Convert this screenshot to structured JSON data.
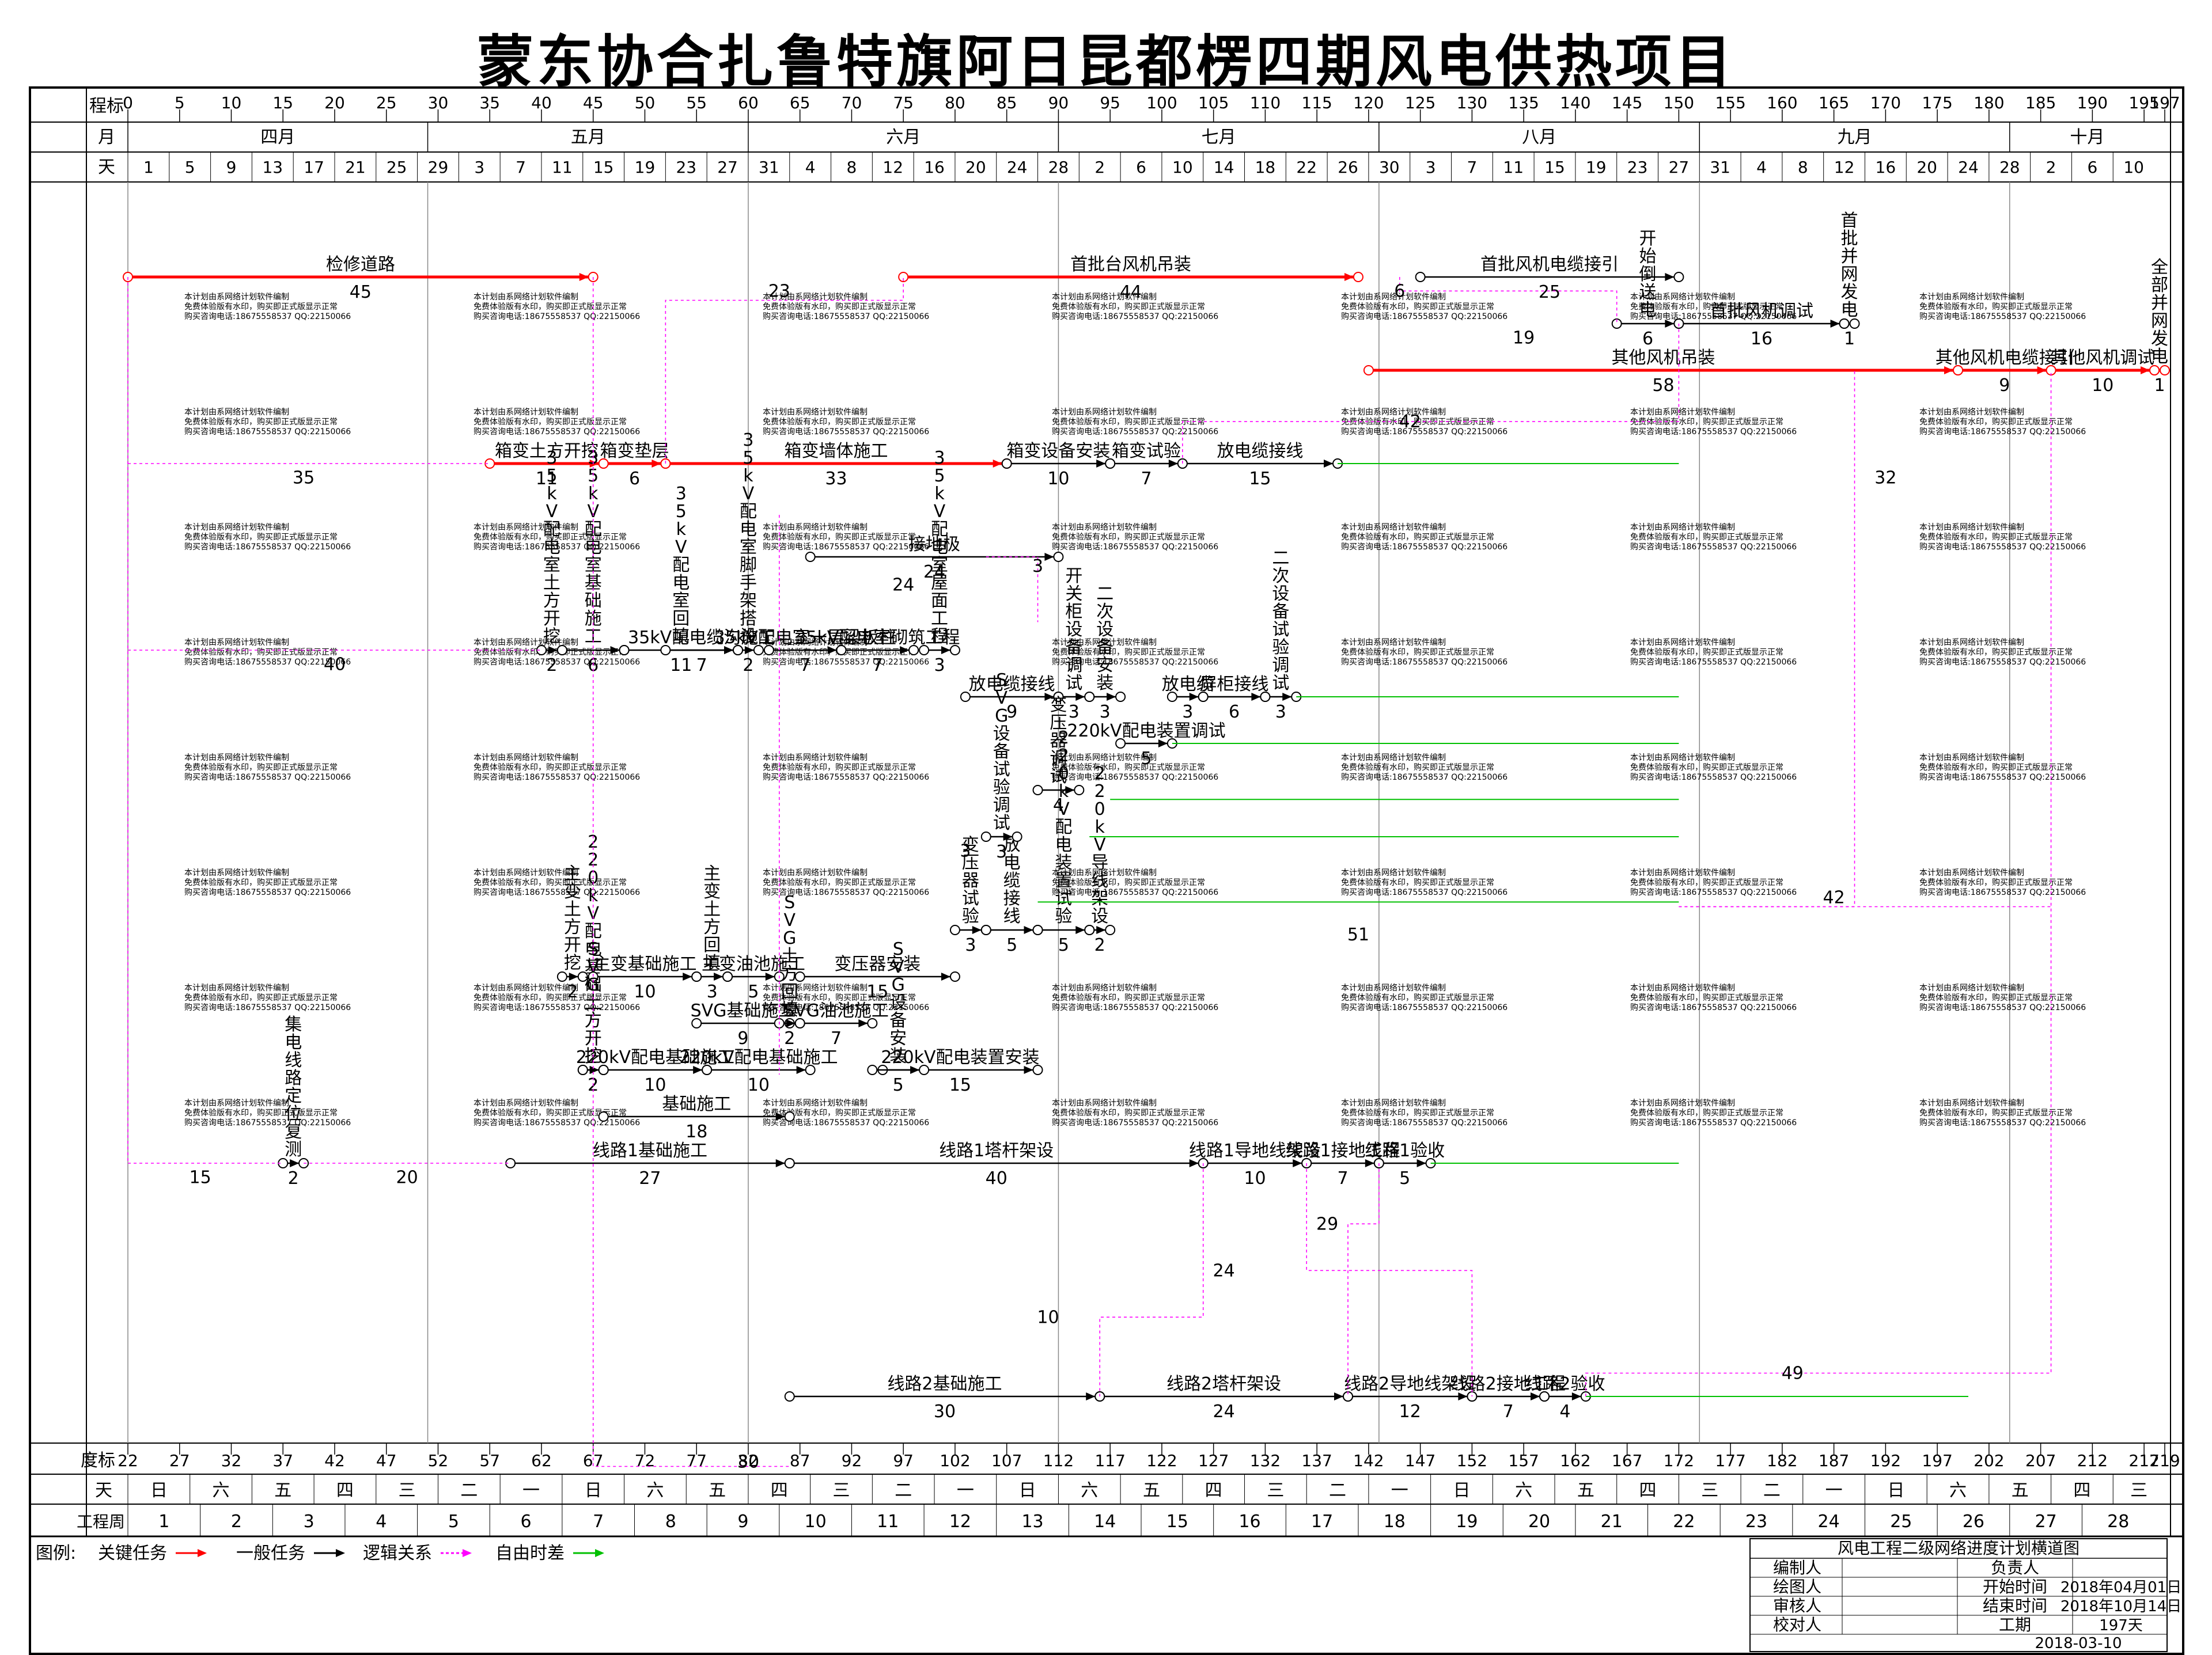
{
  "title": "蒙东协合扎鲁特旗阿日昆都楞四期风电供热项目",
  "scale": {
    "top_label": "程标",
    "top_ticks": [
      0,
      5,
      10,
      15,
      20,
      25,
      30,
      35,
      40,
      45,
      50,
      55,
      60,
      65,
      70,
      75,
      80,
      85,
      90,
      95,
      100,
      105,
      110,
      115,
      120,
      125,
      130,
      135,
      140,
      145,
      150,
      155,
      160,
      165,
      170,
      175,
      180,
      185,
      190,
      195,
      197
    ],
    "month_label": "月",
    "months": [
      {
        "name": "四月",
        "start": 0,
        "end": 29
      },
      {
        "name": "五月",
        "start": 29,
        "end": 60
      },
      {
        "name": "六月",
        "start": 60,
        "end": 90
      },
      {
        "name": "七月",
        "start": 90,
        "end": 121
      },
      {
        "name": "八月",
        "start": 121,
        "end": 152
      },
      {
        "name": "九月",
        "start": 152,
        "end": 182
      },
      {
        "name": "十月",
        "start": 182,
        "end": 197
      }
    ],
    "day_label": "天",
    "days": [
      "1",
      "5",
      "9",
      "13",
      "17",
      "21",
      "25",
      "29",
      "3",
      "7",
      "11",
      "15",
      "19",
      "23",
      "27",
      "31",
      "4",
      "8",
      "12",
      "16",
      "20",
      "24",
      "28",
      "2",
      "6",
      "10",
      "14",
      "18",
      "22",
      "26",
      "30",
      "3",
      "7",
      "11",
      "15",
      "19",
      "23",
      "27",
      "31",
      "4",
      "8",
      "12",
      "16",
      "20",
      "24",
      "28",
      "2",
      "6",
      "10"
    ],
    "bottom_label": "度标",
    "bottom_ticks": [
      "22",
      "27",
      "32",
      "37",
      "42",
      "47",
      "52",
      "57",
      "62",
      "67",
      "72",
      "77",
      "82",
      "87",
      "92",
      "97",
      "102",
      "107",
      "112",
      "117",
      "122",
      "127",
      "132",
      "137",
      "142",
      "147",
      "152",
      "157",
      "162",
      "167",
      "172",
      "177",
      "182",
      "187",
      "192",
      "197",
      "202",
      "207",
      "212",
      "217",
      "219"
    ],
    "weekday_label": "天",
    "weekdays": [
      "日",
      "六",
      "五",
      "四",
      "三",
      "二",
      "一",
      "日",
      "六",
      "五",
      "四",
      "三",
      "二",
      "一",
      "日",
      "六",
      "五",
      "四",
      "三",
      "二",
      "一",
      "日",
      "六",
      "五",
      "四",
      "三",
      "二",
      "一",
      "日",
      "六",
      "五",
      "四",
      "三"
    ],
    "week_label": "工程周",
    "weeks": [
      "1",
      "2",
      "3",
      "4",
      "5",
      "6",
      "7",
      "8",
      "9",
      "10",
      "11",
      "12",
      "13",
      "14",
      "15",
      "16",
      "17",
      "18",
      "19",
      "20",
      "21",
      "22",
      "23",
      "24",
      "25",
      "26",
      "27",
      "28"
    ]
  },
  "tasks": [
    {
      "name": "检修道路",
      "dur": "45",
      "s": 0,
      "e": 45,
      "row": 1,
      "type": "critical"
    },
    {
      "name": "首批台风机吊装",
      "dur": "44",
      "s": 75,
      "e": 119,
      "row": 1,
      "type": "critical"
    },
    {
      "name": "首批风机电缆接引",
      "dur": "25",
      "s": 125,
      "e": 150,
      "row": 1,
      "type": "normal"
    },
    {
      "name": "开始倒送电",
      "dur": "6",
      "s": 144,
      "e": 150,
      "row": 2,
      "type": "normal",
      "vertical": true
    },
    {
      "name": "首批风机调试",
      "dur": "16",
      "s": 150,
      "e": 166,
      "row": 2,
      "type": "normal"
    },
    {
      "name": "首批并网发电",
      "dur": "1",
      "s": 166,
      "e": 167,
      "row": 2,
      "type": "normal",
      "vertical": true
    },
    {
      "name": "其他风机吊装",
      "dur": "58",
      "s": 120,
      "e": 177,
      "row": 3,
      "type": "critical"
    },
    {
      "name": "其他风机电缆接引",
      "dur": "9",
      "s": 177,
      "e": 186,
      "row": 3,
      "type": "critical"
    },
    {
      "name": "其他风机调试",
      "dur": "10",
      "s": 186,
      "e": 196,
      "row": 3,
      "type": "critical"
    },
    {
      "name": "全部并网发电",
      "dur": "1",
      "s": 196,
      "e": 197,
      "row": 3,
      "type": "critical",
      "vertical": true
    },
    {
      "name": "箱变土方开挖",
      "dur": "11",
      "s": 35,
      "e": 46,
      "row": 5,
      "type": "critical"
    },
    {
      "name": "箱变垫层",
      "dur": "6",
      "s": 46,
      "e": 52,
      "row": 5,
      "type": "critical"
    },
    {
      "name": "箱变墙体施工",
      "dur": "33",
      "s": 52,
      "e": 85,
      "row": 5,
      "type": "critical"
    },
    {
      "name": "箱变设备安装",
      "dur": "10",
      "s": 85,
      "e": 95,
      "row": 5,
      "type": "normal"
    },
    {
      "name": "箱变试验",
      "dur": "7",
      "s": 95,
      "e": 102,
      "row": 5,
      "type": "normal"
    },
    {
      "name": "放电缆接线",
      "dur": "15",
      "s": 102,
      "e": 117,
      "row": 5,
      "type": "normal"
    },
    {
      "name": "检修道路",
      "dur": "45",
      "s": 0,
      "e": 45,
      "row": 0,
      "type": "hidden"
    },
    {
      "name": "线路1基础施工",
      "dur": "27",
      "s": 37,
      "e": 64,
      "row": 20,
      "type": "normal"
    },
    {
      "name": "线路1塔杆架设",
      "dur": "40",
      "s": 64,
      "e": 104,
      "row": 20,
      "type": "normal"
    },
    {
      "name": "线路1导地线架设",
      "dur": "10",
      "s": 104,
      "e": 114,
      "row": 20,
      "type": "normal"
    },
    {
      "name": "线路1接地工程",
      "dur": "7",
      "s": 114,
      "e": 121,
      "row": 20,
      "type": "normal"
    },
    {
      "name": "线路1验收",
      "dur": "5",
      "s": 121,
      "e": 126,
      "row": 20,
      "type": "normal"
    },
    {
      "name": "线路2基础施工",
      "dur": "30",
      "s": 64,
      "e": 94,
      "row": 25,
      "type": "normal"
    },
    {
      "name": "线路2塔杆架设",
      "dur": "24",
      "s": 94,
      "e": 118,
      "row": 25,
      "type": "normal"
    },
    {
      "name": "线路2导地线架设",
      "dur": "12",
      "s": 118,
      "e": 130,
      "row": 25,
      "type": "normal"
    },
    {
      "name": "线路2接地工程",
      "dur": "7",
      "s": 130,
      "e": 137,
      "row": 25,
      "type": "normal"
    },
    {
      "name": "线路2验收",
      "dur": "4",
      "s": 137,
      "e": 141,
      "row": 25,
      "type": "normal"
    },
    {
      "name": "集电线路定位复测",
      "dur": "2",
      "s": 15,
      "e": 17,
      "row": 20,
      "type": "normal",
      "vertical": true
    },
    {
      "name": "35kV配电室土方开挖",
      "dur": "2",
      "s": 40,
      "e": 42,
      "row": 9,
      "type": "normal",
      "vertical": true
    },
    {
      "name": "35kV配电室基础施工",
      "dur": "6",
      "s": 42,
      "e": 48,
      "row": 9,
      "type": "normal",
      "vertical": true
    },
    {
      "name": "35kV配电室回填",
      "dur": "11",
      "s": 48,
      "e": 59,
      "row": 9,
      "type": "normal",
      "vertical": true
    },
    {
      "name": "35kV配电缆沟施工",
      "dur": "7",
      "s": 52,
      "e": 59,
      "row": 9,
      "type": "normal"
    },
    {
      "name": "35kV配电室脚手架搭设",
      "dur": "2",
      "s": 59,
      "e": 61,
      "row": 9,
      "type": "normal",
      "vertical": true
    },
    {
      "name": "35kV配电室一层梁板柱",
      "dur": "7",
      "s": 62,
      "e": 69,
      "row": 9,
      "type": "normal"
    },
    {
      "name": "35kV配电室砌筑工程",
      "dur": "7",
      "s": 69,
      "e": 76,
      "row": 9,
      "type": "normal"
    },
    {
      "name": "35kV配电室屋面工程",
      "dur": "3",
      "s": 77,
      "e": 80,
      "row": 9,
      "type": "normal",
      "vertical": true
    },
    {
      "name": "接地极",
      "dur": "24",
      "s": 66,
      "e": 90,
      "row": 7,
      "type": "normal"
    },
    {
      "name": "放电缆接线",
      "dur": "9",
      "s": 81,
      "e": 90,
      "row": 10,
      "type": "normal"
    },
    {
      "name": "开关柜设备调试",
      "dur": "3",
      "s": 90,
      "e": 93,
      "row": 10,
      "type": "normal",
      "vertical": true
    },
    {
      "name": "二次设备安装",
      "dur": "3",
      "s": 93,
      "e": 96,
      "row": 10,
      "type": "normal",
      "vertical": true
    },
    {
      "name": "220kV配电装置调试",
      "dur": "5",
      "s": 96,
      "e": 101,
      "row": 11,
      "type": "normal"
    },
    {
      "name": "放电缆",
      "dur": "3",
      "s": 101,
      "e": 104,
      "row": 10,
      "type": "normal"
    },
    {
      "name": "屏柜接线",
      "dur": "6",
      "s": 104,
      "e": 110,
      "row": 10,
      "type": "normal"
    },
    {
      "name": "二次设备试验调试",
      "dur": "3",
      "s": 110,
      "e": 113,
      "row": 10,
      "type": "normal",
      "vertical": true
    },
    {
      "name": "主变土方开挖",
      "dur": "2",
      "s": 42,
      "e": 44,
      "row": 16,
      "type": "normal",
      "vertical": true
    },
    {
      "name": "220kV配电基础土方开挖",
      "dur": "2",
      "s": 44,
      "e": 46,
      "row": 18,
      "type": "normal",
      "vertical": true
    },
    {
      "name": "主变基础施工",
      "dur": "10",
      "s": 45,
      "e": 55,
      "row": 16,
      "type": "normal"
    },
    {
      "name": "主变土方回填",
      "dur": "3",
      "s": 55,
      "e": 58,
      "row": 16,
      "type": "normal",
      "vertical": true
    },
    {
      "name": "主变油池施工",
      "dur": "5",
      "s": 58,
      "e": 63,
      "row": 16,
      "type": "normal"
    },
    {
      "name": "SVG基础施工",
      "dur": "9",
      "s": 55,
      "e": 64,
      "row": 17,
      "type": "normal"
    },
    {
      "name": "SVG土方开挖",
      "dur": "2",
      "s": 44,
      "e": 46,
      "row": 18,
      "type": "normal",
      "vertical": true
    },
    {
      "name": "SVG土方回填",
      "dur": "2",
      "s": 63,
      "e": 65,
      "row": 17,
      "type": "normal",
      "vertical": true
    },
    {
      "name": "SVG油池施工",
      "dur": "7",
      "s": 65,
      "e": 72,
      "row": 17,
      "type": "normal"
    },
    {
      "name": "220kV配电基础施工",
      "dur": "10",
      "s": 46,
      "e": 56,
      "row": 18,
      "type": "normal"
    },
    {
      "name": "220kV配电基础施工",
      "dur": "10",
      "s": 56,
      "e": 66,
      "row": 18,
      "type": "normal"
    },
    {
      "name": "220kV配电装置安装",
      "dur": "15",
      "s": 73,
      "e": 88,
      "row": 18,
      "type": "normal"
    },
    {
      "name": "基础施工",
      "dur": "18",
      "s": 46,
      "e": 64,
      "row": 19,
      "type": "normal"
    },
    {
      "name": "变压器安装",
      "dur": "15",
      "s": 65,
      "e": 80,
      "row": 16,
      "type": "normal"
    },
    {
      "name": "SVG设备安装",
      "dur": "5",
      "s": 72,
      "e": 77,
      "row": 18,
      "type": "normal",
      "vertical": true
    },
    {
      "name": "变压器试验",
      "dur": "3",
      "s": 80,
      "e": 83,
      "row": 15,
      "type": "normal",
      "vertical": true
    },
    {
      "name": "放电缆接线",
      "dur": "5",
      "s": 83,
      "e": 88,
      "row": 15,
      "type": "normal",
      "vertical": true
    },
    {
      "name": "SVG设备试验调试",
      "dur": "3",
      "s": 83,
      "e": 86,
      "row": 13,
      "type": "normal",
      "vertical": true
    },
    {
      "name": "变压器调试",
      "dur": "4",
      "s": 88,
      "e": 92,
      "row": 12,
      "type": "normal",
      "vertical": true
    },
    {
      "name": "220kV配电装置试验",
      "dur": "5",
      "s": 88,
      "e": 93,
      "row": 15,
      "type": "normal",
      "vertical": true
    },
    {
      "name": "220kV导线架设",
      "dur": "2",
      "s": 93,
      "e": 95,
      "row": 15,
      "type": "normal",
      "vertical": true
    }
  ],
  "float_numbers": [
    {
      "t": "23",
      "d": 63,
      "row": 1.3
    },
    {
      "t": "6",
      "d": 123,
      "row": 1.3
    },
    {
      "t": "19",
      "d": 135,
      "row": 2.3
    },
    {
      "t": "42",
      "d": 124,
      "row": 4.1
    },
    {
      "t": "35",
      "d": 17,
      "row": 5.3
    },
    {
      "t": "32",
      "d": 170,
      "row": 5.3
    },
    {
      "t": "40",
      "d": 20,
      "row": 9.3
    },
    {
      "t": "42",
      "d": 165,
      "row": 14.3
    },
    {
      "t": "51",
      "d": 119,
      "row": 15.1
    },
    {
      "t": "15",
      "d": 7,
      "row": 20.3
    },
    {
      "t": "20",
      "d": 27,
      "row": 20.3
    },
    {
      "t": "29",
      "d": 116,
      "row": 21.3
    },
    {
      "t": "24",
      "d": 106,
      "row": 22.3
    },
    {
      "t": "10",
      "d": 89,
      "row": 23.3
    },
    {
      "t": "49",
      "d": 161,
      "row": 24.5
    },
    {
      "t": "30",
      "d": 60,
      "row": 26.4
    },
    {
      "t": "3",
      "d": 88,
      "row": 7.2
    },
    {
      "t": "24",
      "d": 75,
      "row": 7.6
    },
    {
      "t": "3",
      "d": 81,
      "row": 13.3
    }
  ],
  "legend": {
    "label": "图例:",
    "items": [
      {
        "text": "关键任务",
        "color": "#ff0000"
      },
      {
        "text": "一般任务",
        "color": "#000000"
      },
      {
        "text": "逻辑关系",
        "color": "#ff00ff"
      },
      {
        "text": "自由时差",
        "color": "#00c000"
      }
    ]
  },
  "info_box": {
    "header": "风电工程二级网络进度计划横道图",
    "rows": [
      {
        "k": "编制人",
        "v": ""
      },
      {
        "k": "绘图人",
        "v": ""
      },
      {
        "k": "审核人",
        "v": ""
      },
      {
        "k": "校对人",
        "v": ""
      }
    ],
    "right_rows": [
      {
        "k": "负责人",
        "v": ""
      },
      {
        "k": "开始时间",
        "v": "2018年04月01日"
      },
      {
        "k": "结束时间",
        "v": "2018年10月14日"
      },
      {
        "k": "工期",
        "v": "197天"
      }
    ],
    "date": "2018-03-10"
  },
  "watermark": {
    "line1": "本计划由系网络计划软件编制",
    "line2": "免费体验版有水印，购买即正式版显示正常",
    "line3": "购买咨询电话:18675558537 QQ:22150066"
  },
  "colors": {
    "critical": "#ff0000",
    "normal": "#000000",
    "logic": "#ff00ff",
    "float": "#00c000",
    "watermark": "#c8c000"
  }
}
